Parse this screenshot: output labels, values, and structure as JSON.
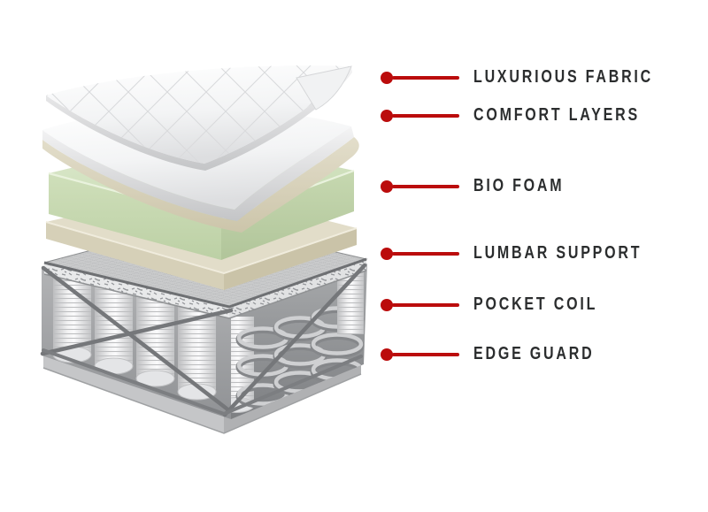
{
  "diagram": {
    "background": "#ffffff",
    "accent_color": "#bb0c0c",
    "label_color": "#2b2d2e",
    "callouts": [
      {
        "label": "LUXURIOUS FABRIC"
      },
      {
        "label": "COMFORT LAYERS"
      },
      {
        "label": "BIO FOAM"
      },
      {
        "label": "LUMBAR SUPPORT"
      },
      {
        "label": "POCKET COIL"
      },
      {
        "label": "EDGE GUARD"
      }
    ],
    "layers": [
      {
        "name": "Luxurious fabric",
        "color": "#f6f7f8"
      },
      {
        "name": "Comfort layers",
        "color": "#e9eaec"
      },
      {
        "name": "Bio foam",
        "color": "#d2e1c1"
      },
      {
        "name": "Lumbar support",
        "color": "#ded9c3"
      },
      {
        "name": "Pocket coil",
        "color": "#d8d9db"
      },
      {
        "name": "Edge guard",
        "color": "#77797c"
      }
    ]
  }
}
